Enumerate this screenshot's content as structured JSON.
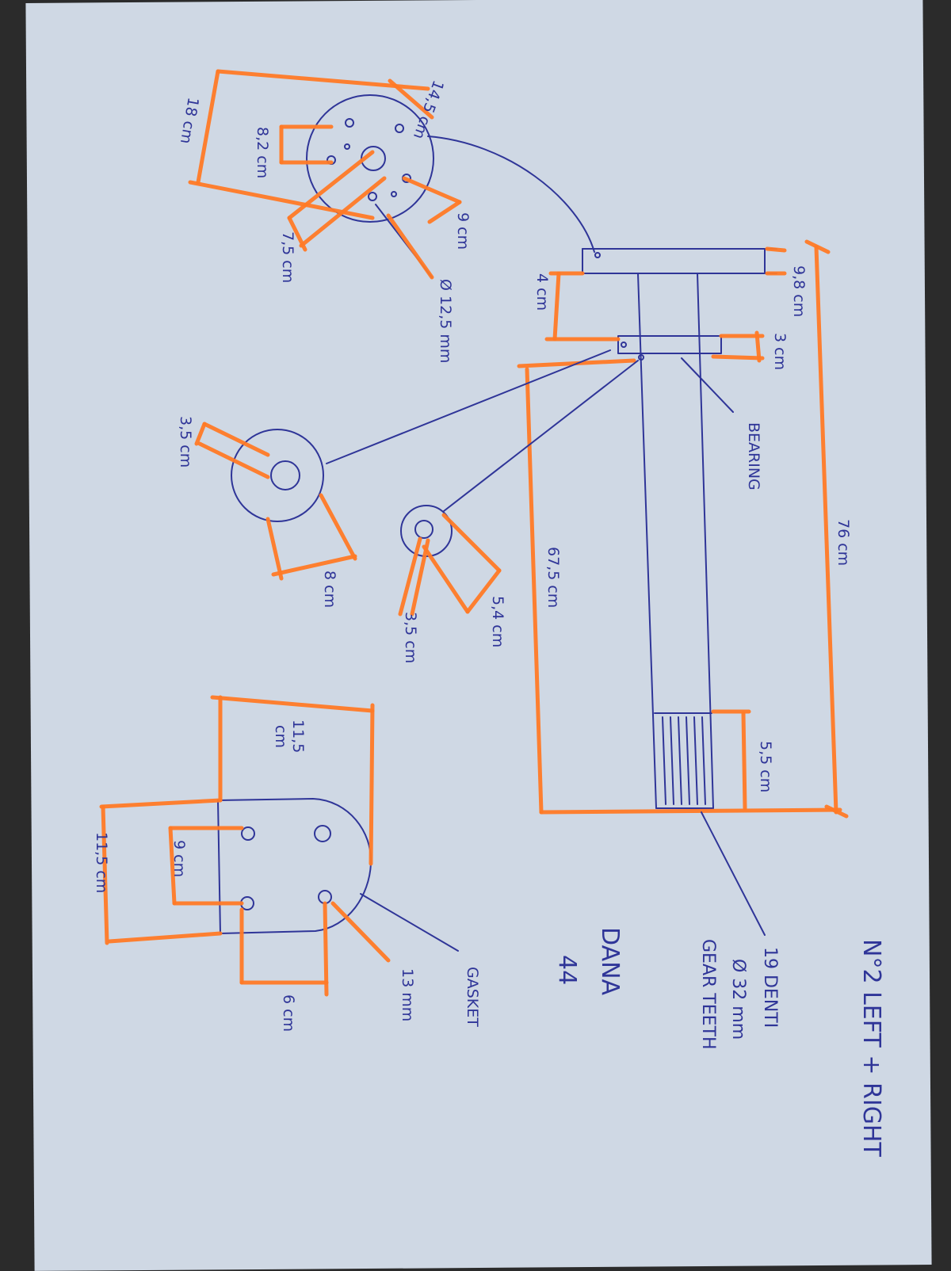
{
  "labels": {
    "header": "N°2 LEFT + RIGHT",
    "model_line1": "DANA",
    "model_line2": "44",
    "teeth_count": "19 DENTI",
    "teeth_diameter": "Ø 32 mm",
    "teeth_name": "GEAR TEETH",
    "bearing": "BEARING",
    "gasket": "GASKET",
    "dim_76": "76 cm",
    "dim_675": "67,5 cm",
    "dim_98": "9,8 cm",
    "dim_4": "4 cm",
    "dim_3": "3 cm",
    "dim_55": "5,5 cm",
    "dim_145": "14,5 cm",
    "dim_18": "18 cm",
    "dim_82": "8,2 cm",
    "dim_75": "7,5 cm",
    "dim_9a": "9 cm",
    "dim_125": "Ø 12,5 mm",
    "dim_35a": "3,5 cm",
    "dim_8": "8 cm",
    "dim_54": "5,4 cm",
    "dim_35b": "3,5 cm",
    "dim_115a": "11,5",
    "dim_115a_unit": "cm",
    "dim_115b": "11,5 cm",
    "dim_9b": "9 cm",
    "dim_6": "6 cm",
    "dim_13": "13 mm"
  },
  "colors": {
    "ink": "#2f3598",
    "highlighter": "#ff7a26",
    "paper": "#cfd8e4"
  }
}
